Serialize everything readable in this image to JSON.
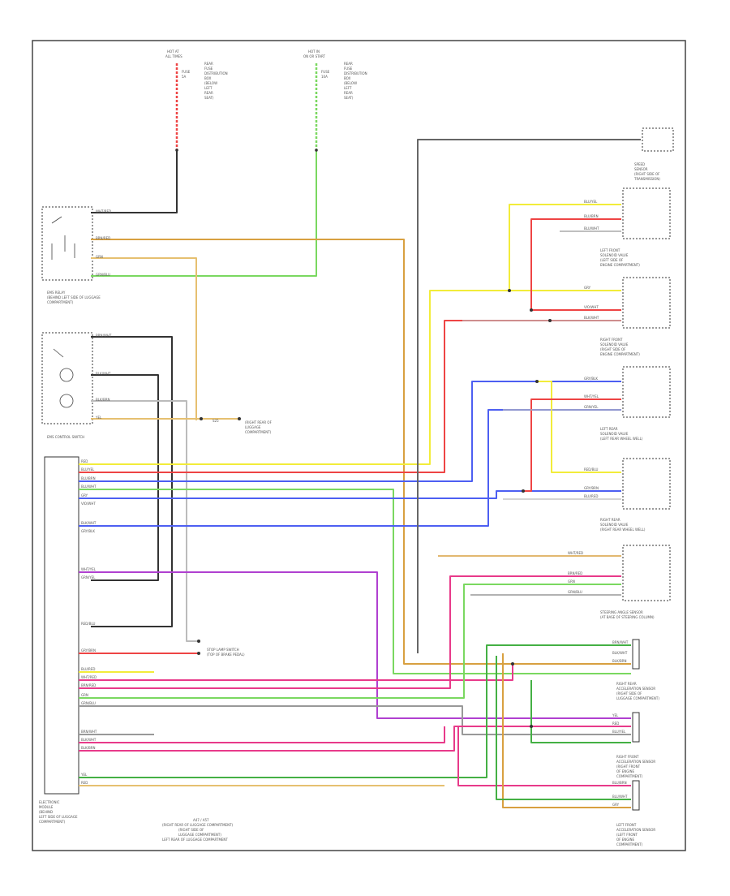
{
  "diagram": {
    "footer_code": "",
    "wire_colors": {
      "red": "#ee4444",
      "pink": "#e83a8a",
      "yellow": "#f2ec3a",
      "orange_tan": "#d8a040",
      "blue": "#4d5ff2",
      "light_blue": "#5aa8f0",
      "green": "#44b044",
      "light_green": "#7ad860",
      "violet": "#b040d0",
      "gray": "#999999",
      "black": "#333333"
    },
    "labels": {
      "top_fuse_left": [
        "HOT AT",
        "ALL TIMES",
        "FUSE",
        "5A",
        "REAR",
        "FUSE",
        "DISTRIBUTION",
        "BOX",
        "(BELOW",
        "LEFT",
        "REAR",
        "SEAT)"
      ],
      "top_fuse_right": [
        "HOT IN",
        "ON OR START",
        "FUSE",
        "10A",
        "REAR",
        "FUSE",
        "DISTRIBUTION",
        "BOX",
        "(BELOW",
        "LEFT",
        "REAR",
        "SEAT)"
      ],
      "ems_relay": [
        "EMS RELAY",
        "(BEHIND LEFT SIDE OF LUGGAGE",
        "COMPARTMENT)"
      ],
      "ems_switch": [
        "EMS CONTROL SWITCH"
      ],
      "ems_module": [
        "ELECTRONIC",
        "MODULE",
        "(BEHIND",
        "LEFT SIDE OF LUGGAGE",
        "COMPARTMENT)"
      ],
      "splice": [
        "S25",
        "(RIGHT REAR OF",
        "LUGGAGE",
        "COMPARTMENT)"
      ],
      "speed_sensor": [
        "SPEED",
        "SENSOR",
        "(RIGHT SIDE OF",
        "TRANSMISSION)"
      ],
      "lf_valve": [
        "LEFT FRONT",
        "SOLENOID VALVE",
        "(LEFT SIDE OF",
        "ENGINE COMPARTMENT)"
      ],
      "rf_valve": [
        "RIGHT FRONT",
        "SOLENOID VALVE",
        "(RIGHT SIDE OF",
        "ENGINE COMPARTMENT)"
      ],
      "lr_valve": [
        "LEFT REAR",
        "SOLENOID VALVE",
        "(LEFT REAR WHEEL WELL)"
      ],
      "rr_valve": [
        "RIGHT REAR",
        "SOLENOID VALVE",
        "(RIGHT REAR WHEEL WELL)"
      ],
      "accel_sensor": [
        "STEERING ANGLE SENSOR",
        "(AT BASE OF STEERING COLUMN)"
      ],
      "rr_accel": [
        "RIGHT REAR",
        "ACCELERATION SENSOR",
        "(RIGHT SIDE OF",
        "LUGGAGE COMPARTMENT)"
      ],
      "rf_accel": [
        "RIGHT FRONT",
        "ACCELERATION SENSOR",
        "(RIGHT FRONT",
        "OF ENGINE",
        "COMPARTMENT)"
      ],
      "lf_accel": [
        "LEFT FRONT",
        "ACCELERATION SENSOR",
        "(LEFT FRONT",
        "OF ENGINE",
        "COMPARTMENT)"
      ],
      "bottom_conn": [
        "A47 / A57",
        "(RIGHT REAR OF LUGGAGE COMPARTMENT)",
        "(RIGHT SIDE OF",
        "LUGGAGE COMPARTMENT)",
        "LEFT REAR OF LUGGAGE COMPARTMENT"
      ],
      "stop_lamp": [
        "STOP LAMP SWITCH",
        "(TOP OF BRAKE PEDAL)"
      ],
      "wire_names": [
        "WHT/RED",
        "BRN/RED",
        "GRN",
        "GRN/BLU",
        "BRN/WHT",
        "BLK/WHT",
        "BLK/BRN",
        "YEL",
        "RED",
        "BLU/YEL",
        "BLU/BRN",
        "BLU/WHT",
        "GRY",
        "VIO/WHT",
        "BLK/WHT",
        "GRY/BLK",
        "WHT/YEL",
        "GRN/YEL",
        "RED/BLU",
        "GRY/BRN",
        "BLU/RED"
      ]
    }
  }
}
